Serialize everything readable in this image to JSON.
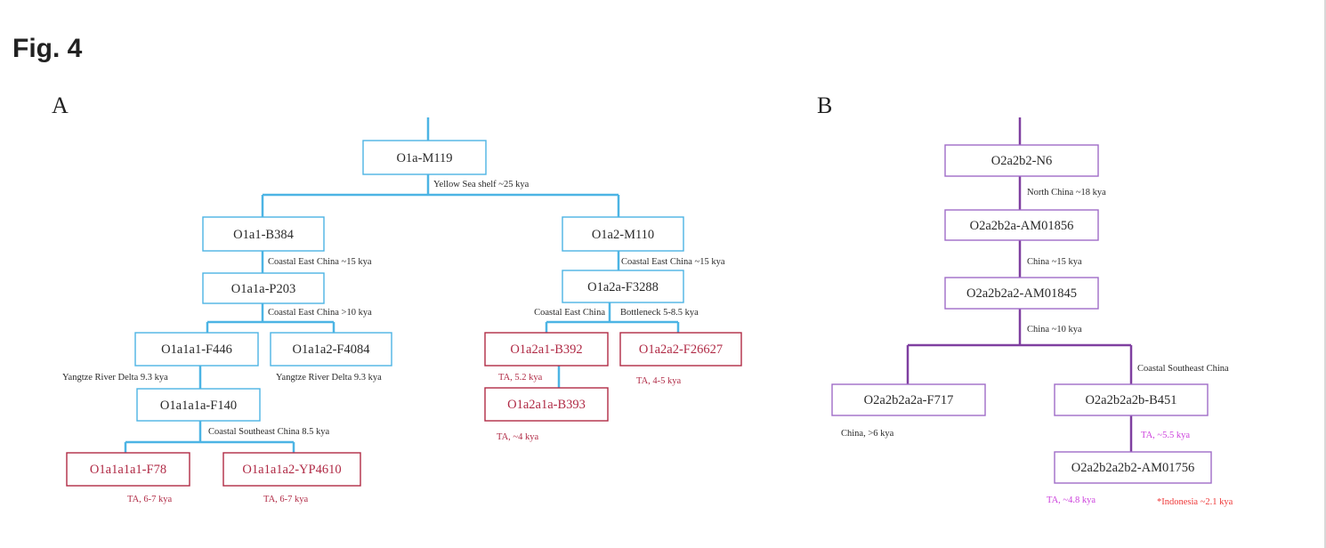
{
  "figure": {
    "title": "Fig. 4"
  },
  "colors": {
    "a_line": "#4cb4e4",
    "a_text": "#2a2a2a",
    "highlight": "#b02a45",
    "b_line": "#7f3fa0",
    "b_node_text": "#2a2a2a",
    "b_ta": "#cc3fdc",
    "b_indo": "#ee3636"
  },
  "panel_a": {
    "letter": "A",
    "nodes": {
      "o1a": "O1a-M119",
      "o1a1": "O1a1-B384",
      "o1a2": "O1a2-M110",
      "o1a1a": "O1a1a-P203",
      "o1a2a": "O1a2a-F3288",
      "o1a1a1": "O1a1a1-F446",
      "o1a1a2": "O1a1a2-F4084",
      "o1a1a1a": "O1a1a1a-F140",
      "o1a1a1a1": "O1a1a1a1-F78",
      "o1a1a1a2": "O1a1a1a2-YP4610",
      "o1a2a1": "O1a2a1-B392",
      "o1a2a2": "O1a2a2-F26627",
      "o1a2a1a": "O1a2a1a-B393"
    },
    "annotations": {
      "yellow_sea": "Yellow Sea shelf ~25 kya",
      "coastal_east_15_left": "Coastal East China ~15 kya",
      "coastal_east_15_right": "Coastal East China ~15 kya",
      "coastal_east_10": "Coastal East China >10 kya",
      "coastal_east_china": "Coastal East China",
      "bottleneck": "Bottleneck 5-8.5 kya",
      "yangtze_left": "Yangtze River Delta 9.3 kya",
      "yangtze_right": "Yangtze River Delta 9.3 kya",
      "coastal_se_85": "Coastal Southeast China 8.5 kya",
      "ta_67_left": "TA, 6-7 kya",
      "ta_67_right": "TA, 6-7 kya",
      "ta_52": "TA, 5.2 kya",
      "ta_45": "TA, 4-5 kya",
      "ta_4": "TA, ~4 kya"
    }
  },
  "panel_b": {
    "letter": "B",
    "nodes": {
      "n6": "O2a2b2-N6",
      "am01856": "O2a2b2a-AM01856",
      "am01845": "O2a2b2a2-AM01845",
      "f717": "O2a2b2a2a-F717",
      "b451": "O2a2b2a2b-B451",
      "am01756": "O2a2b2a2b2-AM01756"
    },
    "annotations": {
      "north_china": "North China ~18 kya",
      "china_15": "China ~15 kya",
      "china_10": "China ~10 kya",
      "coastal_se": "Coastal Southeast China",
      "china_6": "China, >6 kya",
      "ta_55": "TA, ~5.5 kya",
      "ta_48": "TA, ~4.8 kya",
      "indonesia": "*Indonesia ~2.1 kya"
    }
  }
}
